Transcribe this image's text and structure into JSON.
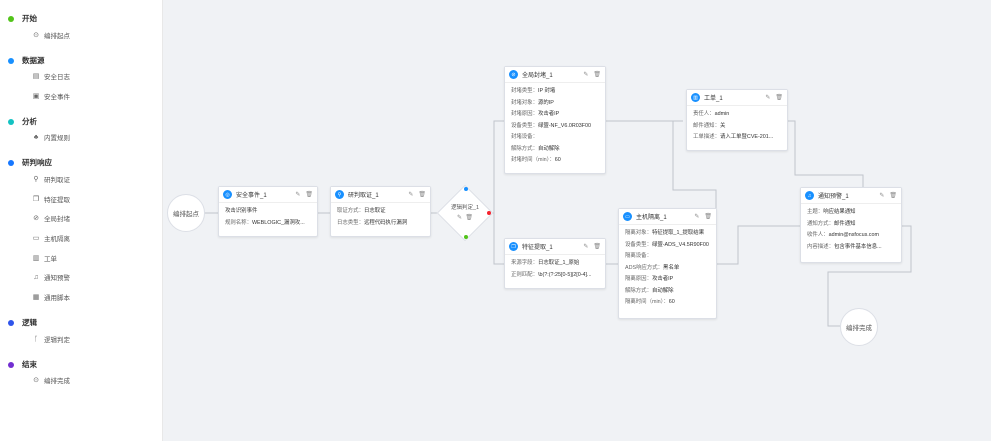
{
  "sidebar": {
    "start": {
      "title": "开始",
      "color": "#52c41a",
      "items": [
        {
          "label": "编排起点",
          "icon": "play-circle-icon"
        }
      ]
    },
    "datasource": {
      "title": "数据源",
      "color": "#1890ff",
      "items": [
        {
          "label": "安全日志",
          "icon": "file-icon"
        },
        {
          "label": "安全事件",
          "icon": "calendar-icon"
        }
      ]
    },
    "analysis": {
      "title": "分析",
      "color": "#13c2c2",
      "items": [
        {
          "label": "内置规则",
          "icon": "sitemap-icon"
        }
      ]
    },
    "response": {
      "title": "研判响应",
      "color": "#1677ff",
      "items": [
        {
          "label": "研判取证",
          "icon": "search-icon"
        },
        {
          "label": "特征提取",
          "icon": "copy-icon"
        },
        {
          "label": "全局封堵",
          "icon": "globe-icon"
        },
        {
          "label": "主机隔离",
          "icon": "monitor-icon"
        },
        {
          "label": "工单",
          "icon": "document-icon"
        },
        {
          "label": "通知预警",
          "icon": "bell-icon"
        },
        {
          "label": "通用脚本",
          "icon": "terminal-icon"
        }
      ]
    },
    "logic": {
      "title": "逻辑",
      "color": "#2f54eb",
      "items": [
        {
          "label": "逻辑判定",
          "icon": "branch-icon"
        }
      ]
    },
    "end": {
      "title": "结束",
      "color": "#722ed1",
      "items": [
        {
          "label": "编排完成",
          "icon": "check-circle-icon"
        }
      ]
    }
  },
  "canvas": {
    "start_node": "编排起点",
    "end_node": "编排完成",
    "logic_node": {
      "title": "逻辑判定_1"
    },
    "event_node": {
      "title": "安全事件_1",
      "rows": [
        {
          "k": "",
          "v": "攻击识别事件"
        },
        {
          "k": "规则名称：",
          "v": "WEBLOGIC_漏洞攻..."
        }
      ]
    },
    "evidence_node": {
      "title": "研判取证_1",
      "rows": [
        {
          "k": "取证方式：",
          "v": "日志取证"
        },
        {
          "k": "日志类型：",
          "v": "远程代码执行漏洞"
        }
      ]
    },
    "block_node": {
      "title": "全局封堵_1",
      "rows": [
        {
          "k": "封堵类型：",
          "v": "IP 封堵"
        },
        {
          "k": "封堵对象：",
          "v": "源的IP"
        },
        {
          "k": "封堵原因：",
          "v": "攻击者IP"
        },
        {
          "k": "设备类型：",
          "v": "绿盟-NF_V6.0R03F00"
        },
        {
          "k": "封堵设备：",
          "v": ""
        },
        {
          "k": "解除方式：",
          "v": "自动解除"
        },
        {
          "k": "封堵时间（min）：",
          "v": "60"
        }
      ]
    },
    "feature_node": {
      "title": "特征提取_1",
      "rows": [
        {
          "k": "来源字段：",
          "v": "日志取证_1_原始"
        },
        {
          "k": "正则匹配：",
          "v": "\\b(?:(?:25[0-5]|2[0-4]..."
        }
      ]
    },
    "ticket_node": {
      "title": "工单_1",
      "rows": [
        {
          "k": "责任人：",
          "v": "admin"
        },
        {
          "k": "邮件通知：",
          "v": "关"
        },
        {
          "k": "工单描述：",
          "v": "请入工单暨CVE-201..."
        }
      ]
    },
    "isolate_node": {
      "title": "主机隔离_1",
      "rows": [
        {
          "k": "隔离对象：",
          "v": "特征提取_1_提取结果"
        },
        {
          "k": "设备类型：",
          "v": "绿盟-ADS_V4.5R90F00"
        },
        {
          "k": "隔离设备：",
          "v": ""
        },
        {
          "k": "ADS响应方式：",
          "v": "黑名单"
        },
        {
          "k": "隔离原因：",
          "v": "攻击者IP"
        },
        {
          "k": "解除方式：",
          "v": "自动解除"
        },
        {
          "k": "隔离时间（min）：",
          "v": "60"
        }
      ]
    },
    "notify_node": {
      "title": "通知预警_1",
      "rows": [
        {
          "k": "主题：",
          "v": "响应结果通知"
        },
        {
          "k": "通知方式：",
          "v": "邮件通知"
        },
        {
          "k": "收件人：",
          "v": "admin@nsfocus.com"
        },
        {
          "k": "内容描述：",
          "v": "包含事件基本信息..."
        }
      ]
    },
    "colors": {
      "accent": "#1890ff",
      "port_blue": "#1890ff",
      "port_green": "#52c41a",
      "port_red": "#f5222d",
      "edge": "#c0c4cc"
    }
  }
}
